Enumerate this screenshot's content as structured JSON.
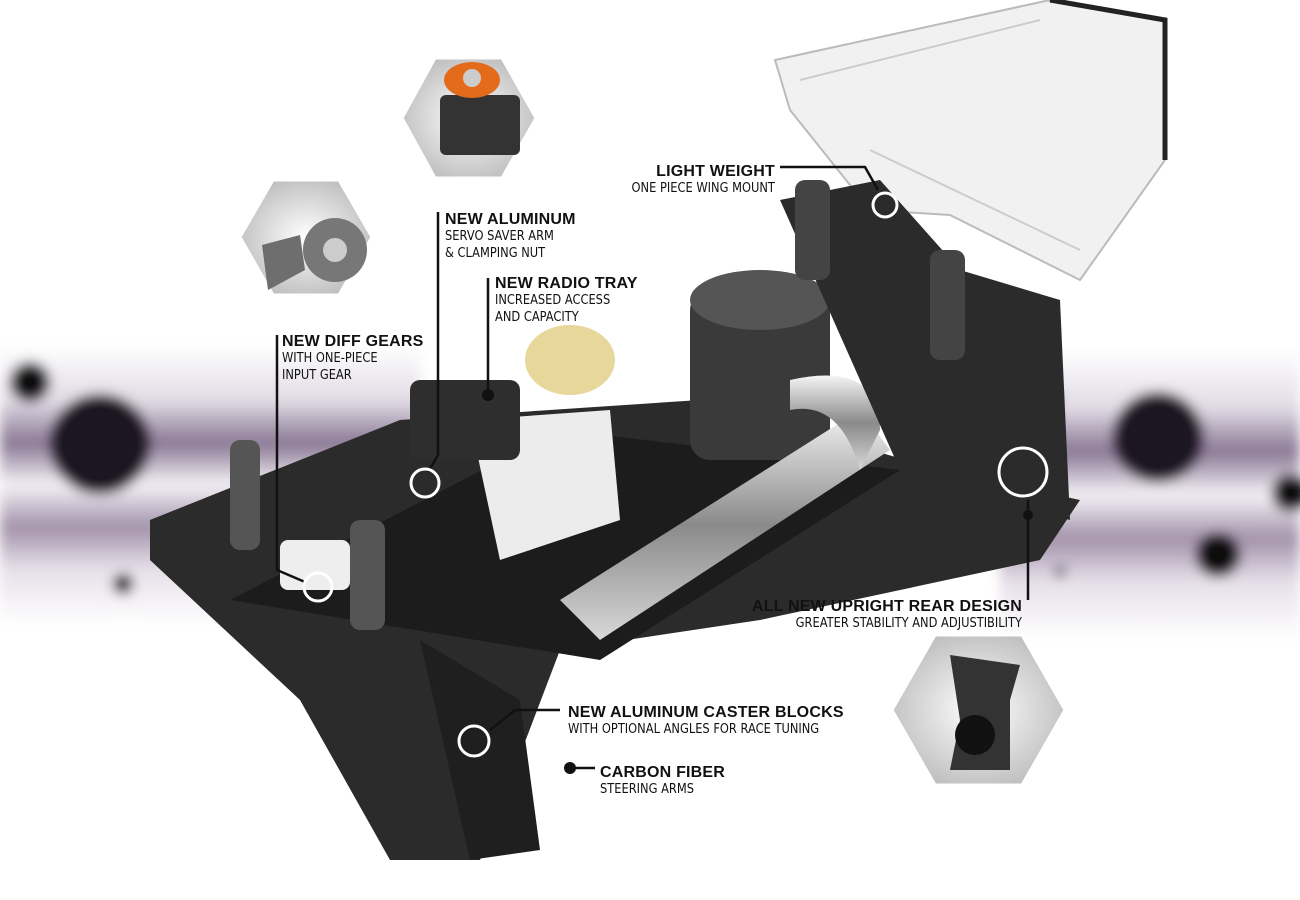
{
  "callouts": {
    "diff_gears": {
      "title": "NEW DIFF GEARS",
      "lines": [
        "WITH ONE-PIECE",
        "INPUT GEAR"
      ]
    },
    "aluminum_servo": {
      "title": "NEW ALUMINUM",
      "lines": [
        "SERVO SAVER ARM",
        "& CLAMPING NUT"
      ]
    },
    "radio_tray": {
      "title": "NEW RADIO TRAY",
      "lines": [
        "INCREASED ACCESS",
        "AND CAPACITY"
      ]
    },
    "wing_mount": {
      "title": "LIGHT WEIGHT",
      "lines": [
        "ONE PIECE WING MOUNT"
      ]
    },
    "upright_rear": {
      "title": "ALL NEW UPRIGHT REAR DESIGN",
      "lines": [
        "GREATER STABILITY AND ADJUSTIBILITY"
      ]
    },
    "caster_blocks": {
      "title": "NEW ALUMINUM CASTER BLOCKS",
      "lines": [
        "WITH OPTIONAL ANGLES FOR RACE TUNING"
      ]
    },
    "steering_arms": {
      "title": "CARBON FIBER",
      "lines": [
        "STEERING ARMS"
      ]
    }
  },
  "colors": {
    "accent_purple": "#5a3d6e",
    "text": "#111111"
  }
}
